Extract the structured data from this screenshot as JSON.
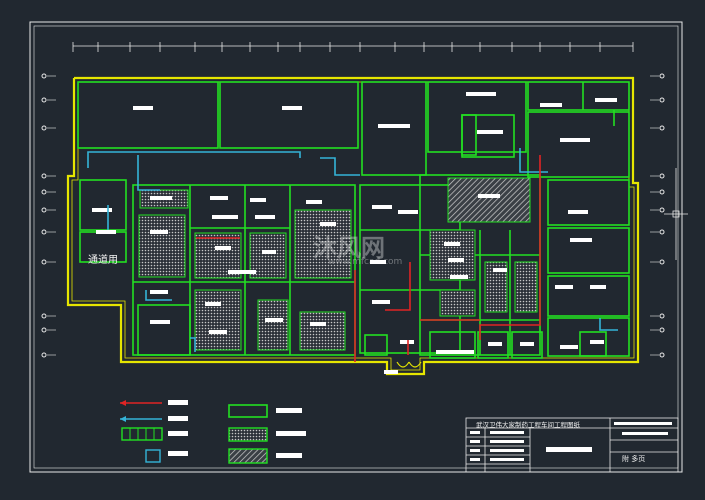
{
  "colors": {
    "background": "#212830",
    "frame": "#e8e8e8",
    "outer_wall": "#e6e600",
    "partition": "#22e022",
    "duct_red": "#e02424",
    "duct_cyan": "#34b4d8",
    "label_white": "#ffffff"
  },
  "room_label": "通道用",
  "watermark": {
    "logo_text": "沐风网",
    "url_text": "www.mfcad.com"
  },
  "title_block": {
    "project_title": "武汉卫伟大家制药工程车间工程图纸",
    "drawing_name": "附 多页"
  },
  "icons": [
    "crosshair-cursor-icon"
  ]
}
